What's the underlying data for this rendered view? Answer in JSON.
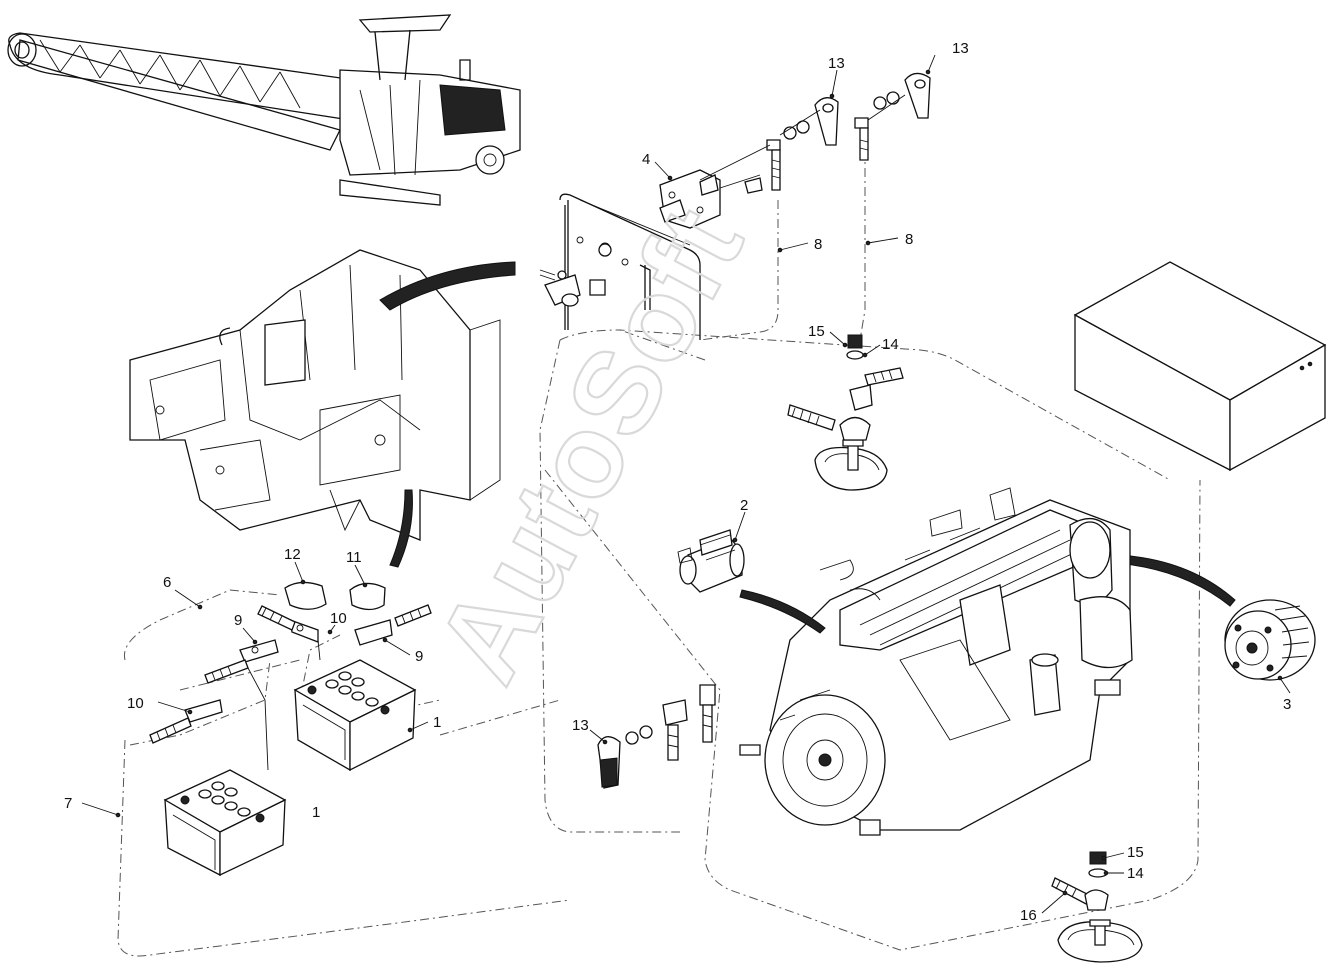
{
  "watermark": "AutoSoft",
  "callouts": [
    {
      "id": "c-13a",
      "text": "13"
    },
    {
      "id": "c-13b",
      "text": "13"
    },
    {
      "id": "c-4",
      "text": "4"
    },
    {
      "id": "c-8a",
      "text": "8"
    },
    {
      "id": "c-8b",
      "text": "8"
    },
    {
      "id": "c-15a",
      "text": "15"
    },
    {
      "id": "c-14a",
      "text": "14"
    },
    {
      "id": "c-2",
      "text": "2"
    },
    {
      "id": "c-12",
      "text": "12"
    },
    {
      "id": "c-11",
      "text": "11"
    },
    {
      "id": "c-6",
      "text": "6"
    },
    {
      "id": "c-10a",
      "text": "10"
    },
    {
      "id": "c-9a",
      "text": "9"
    },
    {
      "id": "c-9b",
      "text": "9"
    },
    {
      "id": "c-10b",
      "text": "10"
    },
    {
      "id": "c-1a",
      "text": "1"
    },
    {
      "id": "c-7",
      "text": "7"
    },
    {
      "id": "c-1b",
      "text": "1"
    },
    {
      "id": "c-13c",
      "text": "13"
    },
    {
      "id": "c-3",
      "text": "3"
    },
    {
      "id": "c-15b",
      "text": "15"
    },
    {
      "id": "c-14b",
      "text": "14"
    },
    {
      "id": "c-16",
      "text": "16"
    }
  ]
}
